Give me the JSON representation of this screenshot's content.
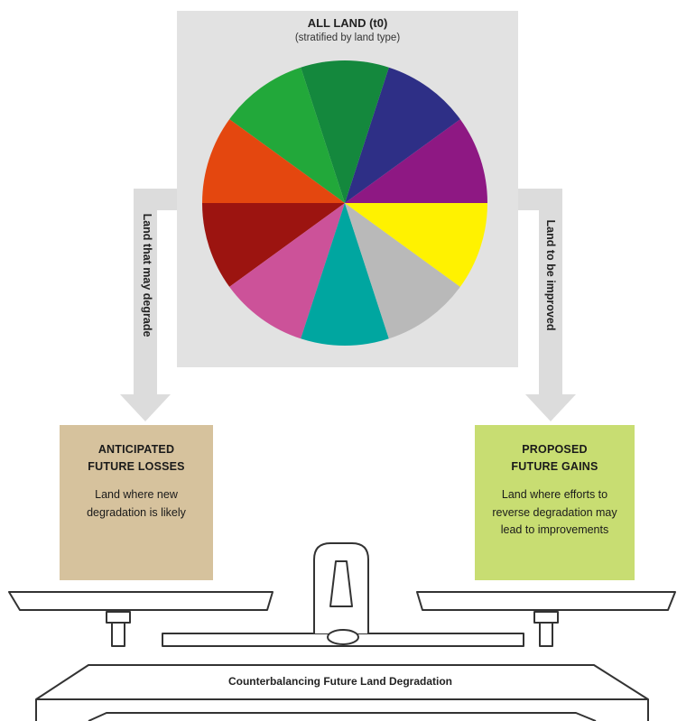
{
  "pie": {
    "title": "ALL LAND (t0)",
    "subtitle": "(stratified by land type)"
  },
  "chart_data": {
    "type": "pie",
    "values": [
      10,
      10,
      10,
      10,
      10,
      10,
      10,
      10,
      10,
      10
    ],
    "colors": [
      "#8e1883",
      "#2e2f86",
      "#14883d",
      "#22a83a",
      "#e4470f",
      "#9c1410",
      "#cc5299",
      "#00a6a0",
      "#b9b9b9",
      "#fff200"
    ],
    "title": "ALL LAND (t0)",
    "subtitle": "(stratified by land type)"
  },
  "arrows": {
    "left_label": "Land that may degrade",
    "right_label": "Land to be improved",
    "color": "#dcdcdc"
  },
  "losses": {
    "title_line1": "ANTICIPATED",
    "title_line2": "FUTURE LOSSES",
    "description": "Land where new degradation is likely",
    "color": "#d6c29d"
  },
  "gains": {
    "title_line1": "PROPOSED",
    "title_line2": "FUTURE GAINS",
    "description": "Land where efforts to reverse degradation may lead to improvements",
    "color": "#c8dd72"
  },
  "scale": {
    "label": "Counterbalancing Future Land Degradation"
  }
}
